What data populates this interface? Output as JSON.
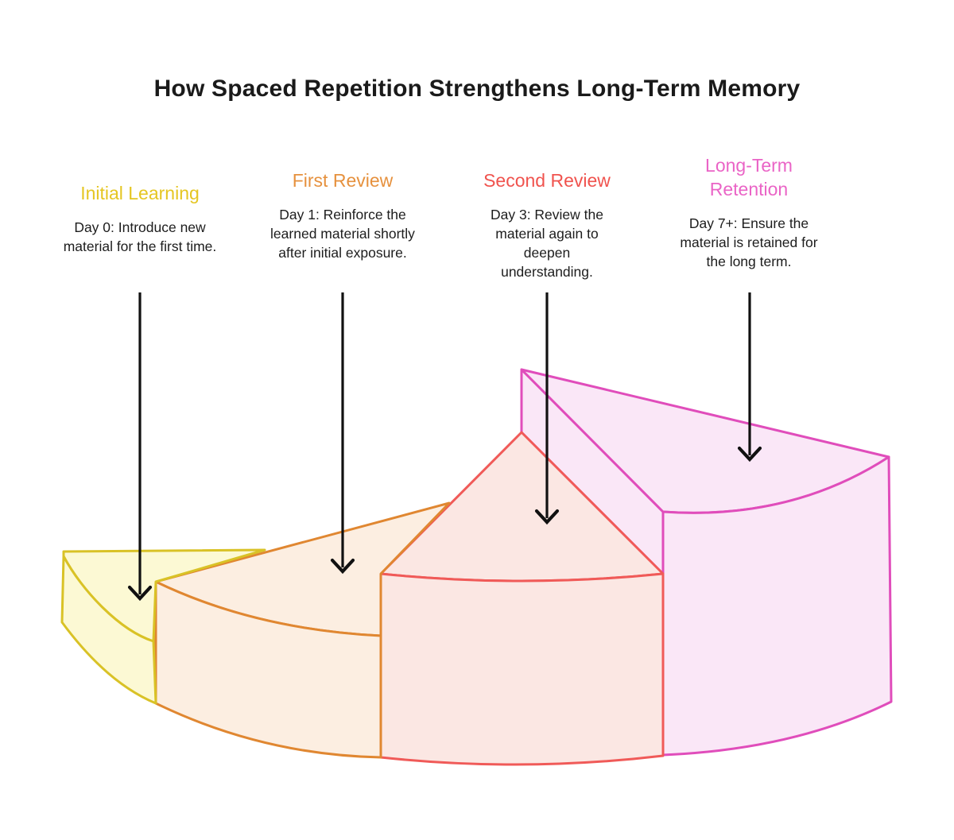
{
  "title": "How Spaced Repetition Strengthens Long-Term Memory",
  "stages": [
    {
      "name": "Initial Learning",
      "description": "Day 0: Introduce new material for the first time.",
      "accent_color": "#E5C622",
      "wedge_fill": "#FCF9D4",
      "wedge_stroke": "#D9C226"
    },
    {
      "name": "First Review",
      "description": "Day 1: Reinforce the learned material shortly after initial exposure.",
      "accent_color": "#E6913E",
      "wedge_fill": "#FCEEE1",
      "wedge_stroke": "#E08731"
    },
    {
      "name": "Second Review",
      "description": "Day 3: Review the material again to deepen understanding.",
      "accent_color": "#F0534E",
      "wedge_fill": "#FBE7E3",
      "wedge_stroke": "#F05A58"
    },
    {
      "name": "Long-Term Retention",
      "description": "Day 7+: Ensure the material is retained for the long term.",
      "accent_color": "#EA64C6",
      "wedge_fill": "#FAE7F7",
      "wedge_stroke": "#E04DBB"
    }
  ],
  "arrow_color": "#111111"
}
